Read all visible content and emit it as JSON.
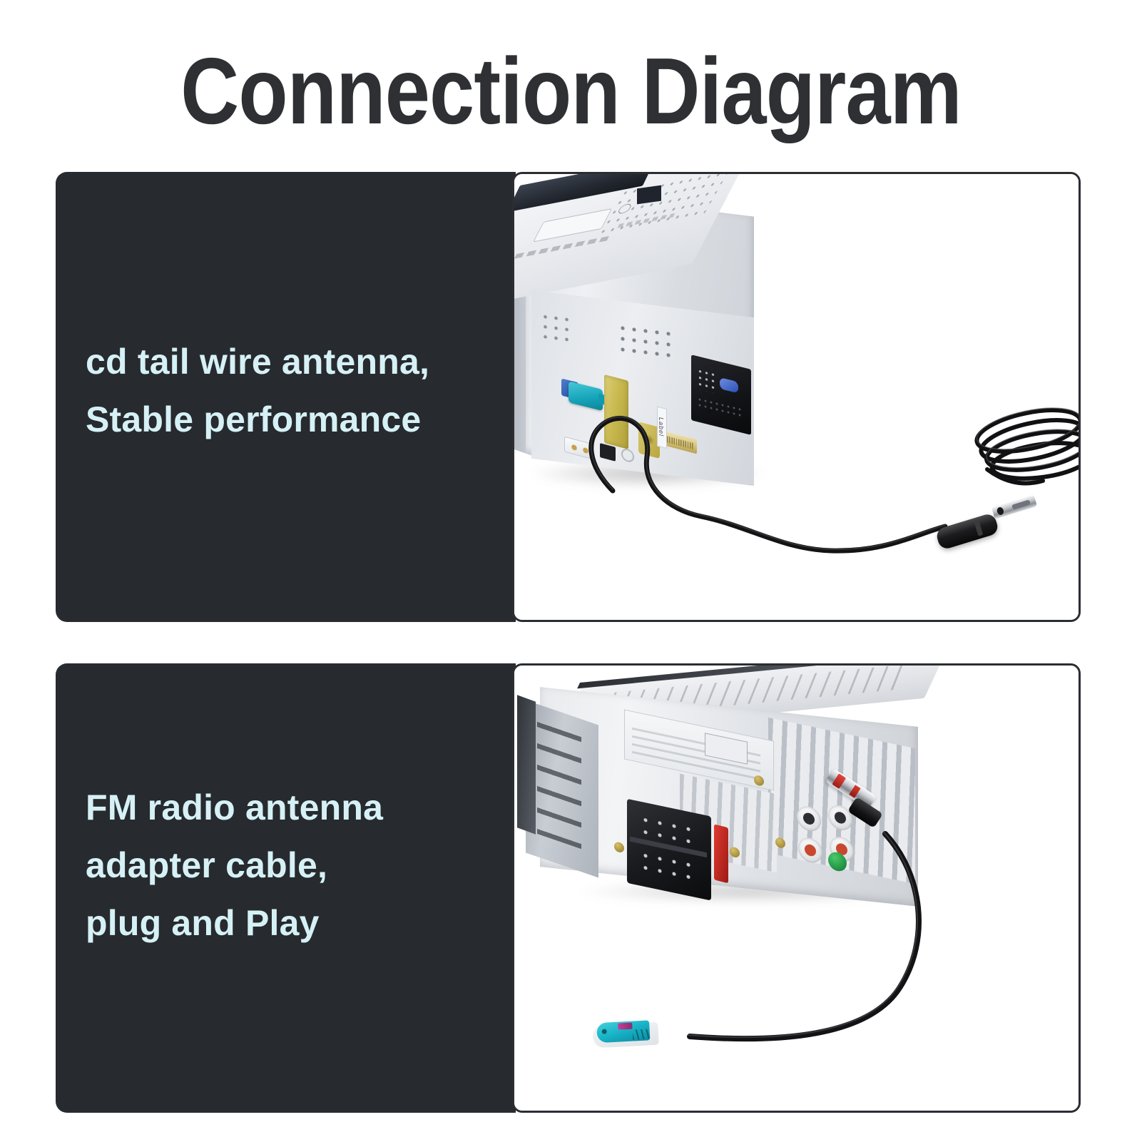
{
  "header": {
    "title": "Connection Diagram"
  },
  "theme": {
    "background": "#ffffff",
    "panel_dark": "#272a2e",
    "caption_text": "#d6f1f6",
    "title_text": "#2e3034",
    "border": "#2b2d31",
    "fakra_teal": "#17b2c6",
    "connector_yellow": "#c9b94f",
    "rca_red": "#c8482e",
    "accent_red": "#e03a30",
    "accent_green": "#1d8a3e"
  },
  "panels": [
    {
      "id": "panel-cd-tail-wire",
      "caption_lines": [
        "cd tail wire antenna,",
        "Stable performance"
      ],
      "photo": {
        "name": "double-din-car-stereo-rear-with-antenna-cable",
        "device_label_tag": "Label",
        "parts": [
          "teal FAKRA antenna connector",
          "yellow ISO connector brackets",
          "black ISO power connector block",
          "gold pin header",
          "white two-pin connector",
          "black antenna extension cable",
          "black barrel inline connector",
          "chrome DIN male antenna plug",
          "coiled black cable bundle"
        ]
      }
    },
    {
      "id": "panel-fm-radio-antenna-adapter",
      "caption_lines": [
        "FM radio antenna",
        "adapter cable,",
        "plug and Play"
      ],
      "photo": {
        "name": "single-din-car-stereo-rear-with-fakra-adapter-cable",
        "parts": [
          "black ISO wiring connector",
          "red fuse connector",
          "white and red RCA output jacks",
          "green ground terminal",
          "chrome DIN antenna plug with red stripe",
          "black adapter cable",
          "teal FAKRA female connector"
        ]
      }
    }
  ]
}
